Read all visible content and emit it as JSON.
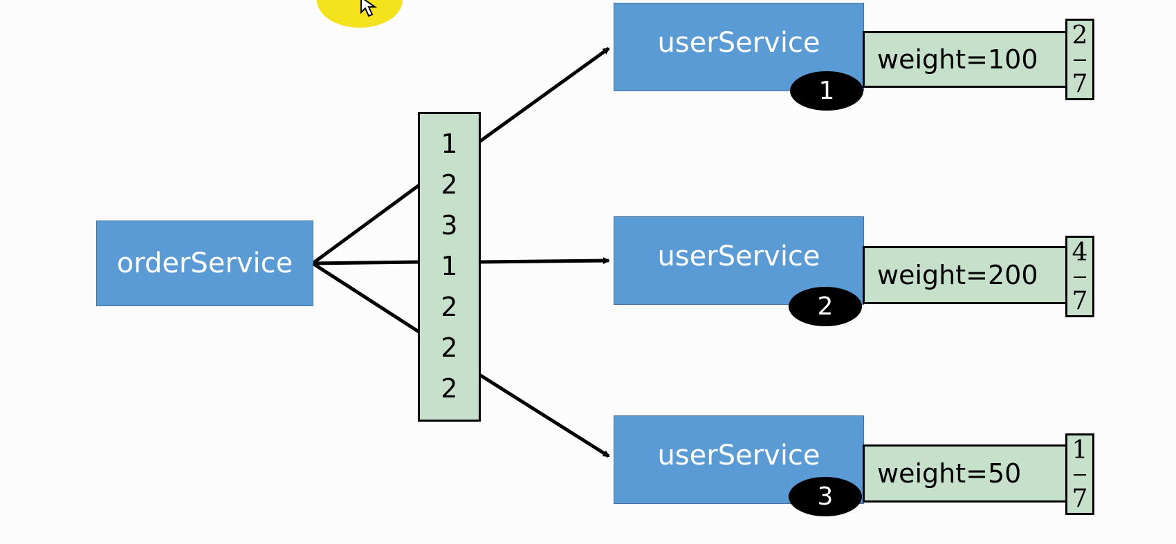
{
  "colors": {
    "service_fill": "#5b9bd5",
    "service_text": "#ffffff",
    "green_fill": "#c6e0cb",
    "badge_fill": "#000000",
    "cursor_spot": "#f4e21c"
  },
  "source": {
    "label": "orderService"
  },
  "sequence": [
    "1",
    "2",
    "3",
    "1",
    "2",
    "2",
    "2"
  ],
  "services": [
    {
      "label": "userService",
      "badge": "1",
      "weight": "weight=100",
      "fraction_num": "2",
      "fraction_den": "7"
    },
    {
      "label": "userService",
      "badge": "2",
      "weight": "weight=200",
      "fraction_num": "4",
      "fraction_den": "7"
    },
    {
      "label": "userService",
      "badge": "3",
      "weight": "weight=50",
      "fraction_num": "1",
      "fraction_den": "7"
    }
  ]
}
